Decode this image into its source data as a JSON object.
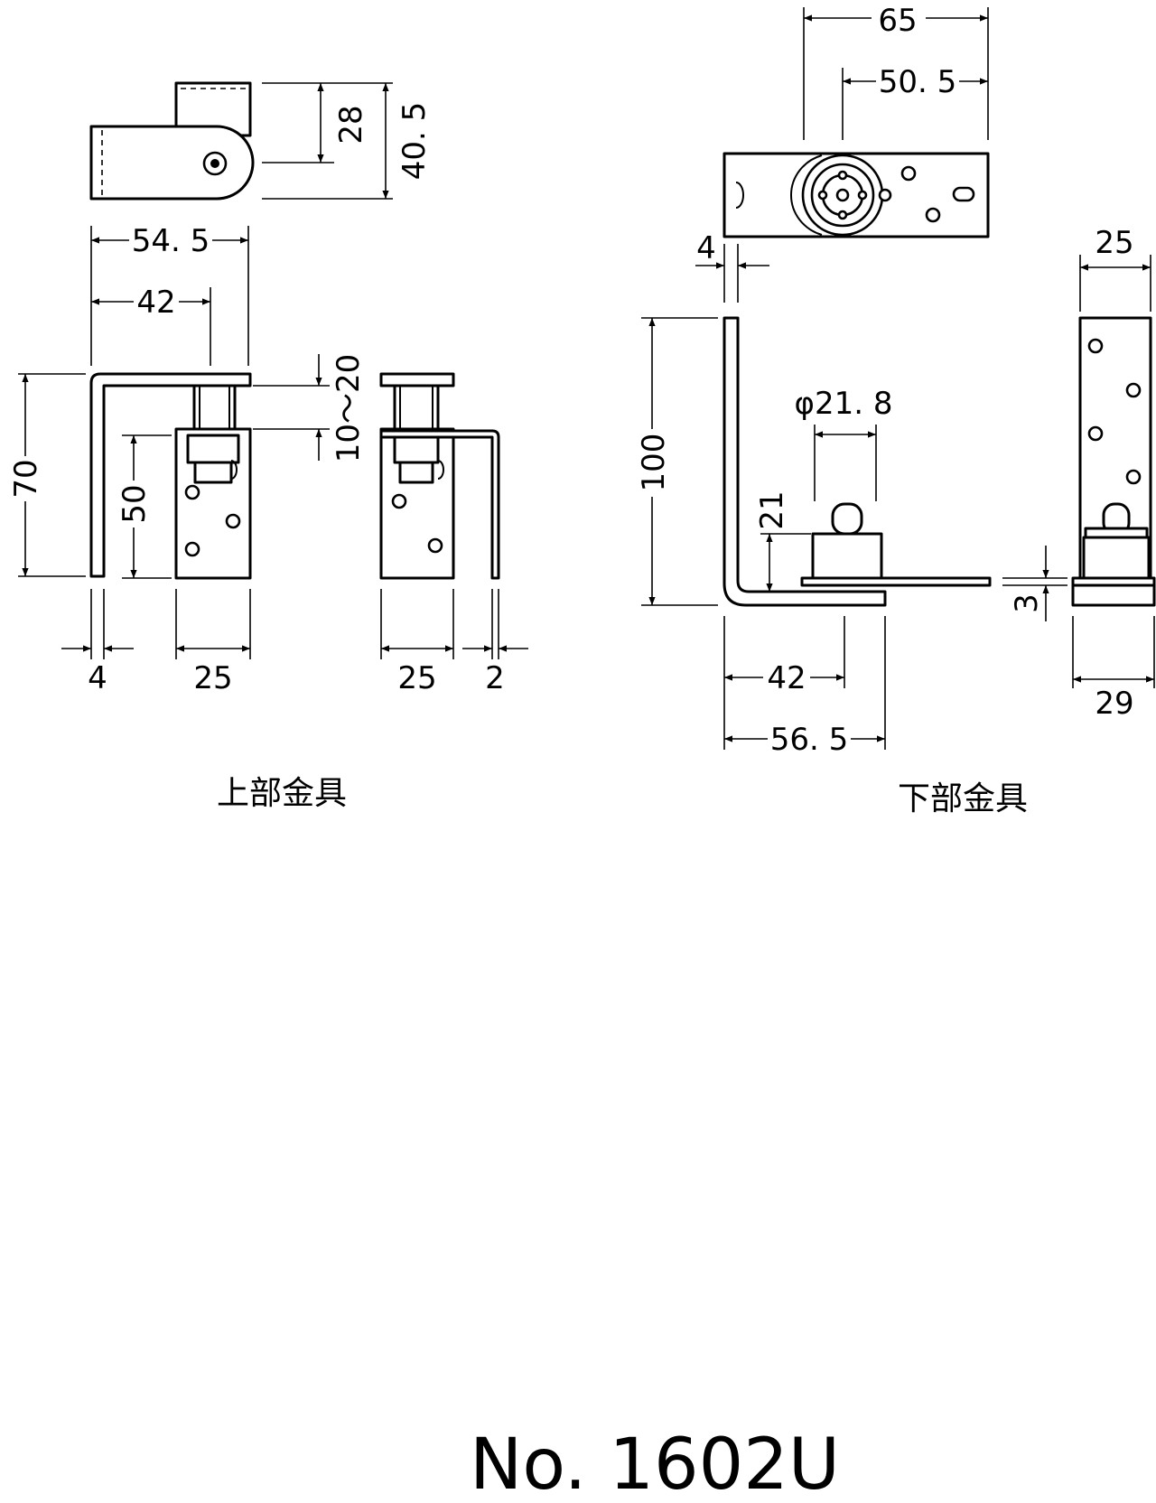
{
  "upper_fitting": {
    "caption": "上部金具",
    "dims": {
      "height_28": "28",
      "height_40_5": "40. 5",
      "width_54_5": "54. 5",
      "width_42": "42",
      "height_70": "70",
      "height_50": "50",
      "range_10_20": "10～20",
      "thickness_4": "4",
      "width_25_front": "25",
      "width_25_side": "25",
      "thickness_2": "2"
    }
  },
  "lower_fitting": {
    "caption": "下部金具",
    "dims": {
      "width_65": "65",
      "width_50_5": "50. 5",
      "thickness_4": "4",
      "width_25": "25",
      "diameter": "φ21. 8",
      "height_100": "100",
      "height_21": "21",
      "height_3": "3",
      "width_42": "42",
      "width_56_5": "56. 5",
      "width_29": "29"
    }
  },
  "model_number": "No. 1602U"
}
